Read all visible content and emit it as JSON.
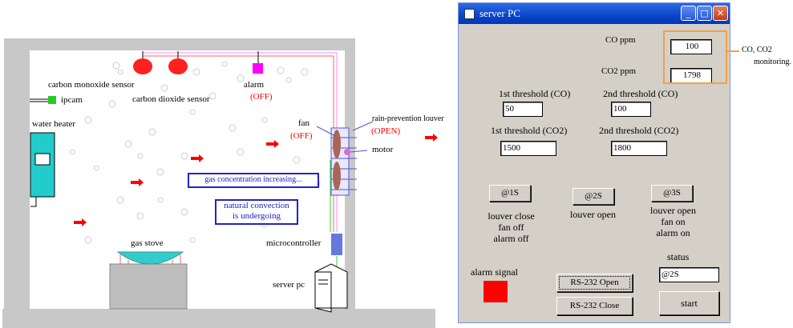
{
  "diagram": {
    "labels": {
      "co_sensor": "carbon monoxide sensor",
      "co2_sensor": "carbon dioxide sensor",
      "alarm": "alarm",
      "alarm_state": "(OFF)",
      "ipcam": "ipcam",
      "water_heater": "water heater",
      "fan": "fan",
      "fan_state": "(OFF)",
      "louver": "rain-prevention louver",
      "louver_state": "(OPEN)",
      "motor": "motor",
      "gas_increasing": "gas concentration increasing...",
      "convection_line1": "natural convection",
      "convection_line2": "is undergoing",
      "gas_stove": "gas stove",
      "microcontroller": "microcontroller",
      "server_pc": "server pc"
    },
    "colors": {
      "sensor": "#ff2020",
      "alarm": "#ff00ff",
      "ipcam": "#22cc22",
      "heater": "#22cccc",
      "stove": "#33cccc",
      "micro": "#6677dd",
      "arrow": "#ff0000"
    }
  },
  "window": {
    "title": "server PC",
    "co_label": "CO ppm",
    "co_value": "100",
    "co2_label": "CO2 ppm",
    "co2_value": "1798",
    "th1_co_label": "1st threshold (CO)",
    "th1_co_value": "50",
    "th2_co_label": "2nd threshold (CO)",
    "th2_co_value": "100",
    "th1_co2_label": "1st threshold (CO2)",
    "th1_co2_value": "1500",
    "th2_co2_label": "2nd threshold (CO2)",
    "th2_co2_value": "1800",
    "btn_1s": "@1S",
    "btn_2s": "@2S",
    "btn_3s": "@3S",
    "state_1s": [
      "louver close",
      "fan off",
      "alarm off"
    ],
    "state_2s": [
      "louver open"
    ],
    "state_3s": [
      "louver open",
      "fan on",
      "alarm on"
    ],
    "alarm_signal_label": "alarm signal",
    "rs232_open": "RS-232 Open",
    "rs232_close": "RS-232 Close",
    "status_label": "status",
    "status_value": "@2S",
    "start": "start",
    "alarm_color": "#ff0000"
  },
  "annotation": {
    "line1": "CO, CO2",
    "line2": "monitoring."
  }
}
